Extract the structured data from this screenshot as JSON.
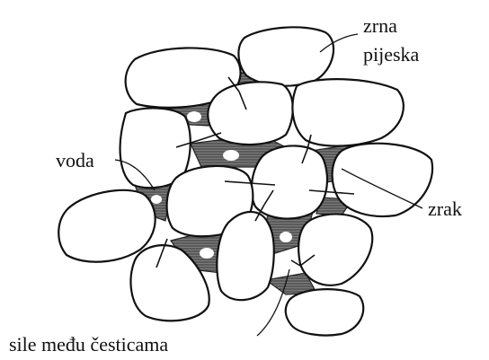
{
  "labels": {
    "sand_line1": "zrna",
    "sand_line2": "pijeska",
    "water": "voda",
    "air": "zrak",
    "forces": "sile među česticama"
  },
  "colors": {
    "outline": "#111111",
    "water_fill": "#6e6e6e",
    "background": "#ffffff"
  }
}
